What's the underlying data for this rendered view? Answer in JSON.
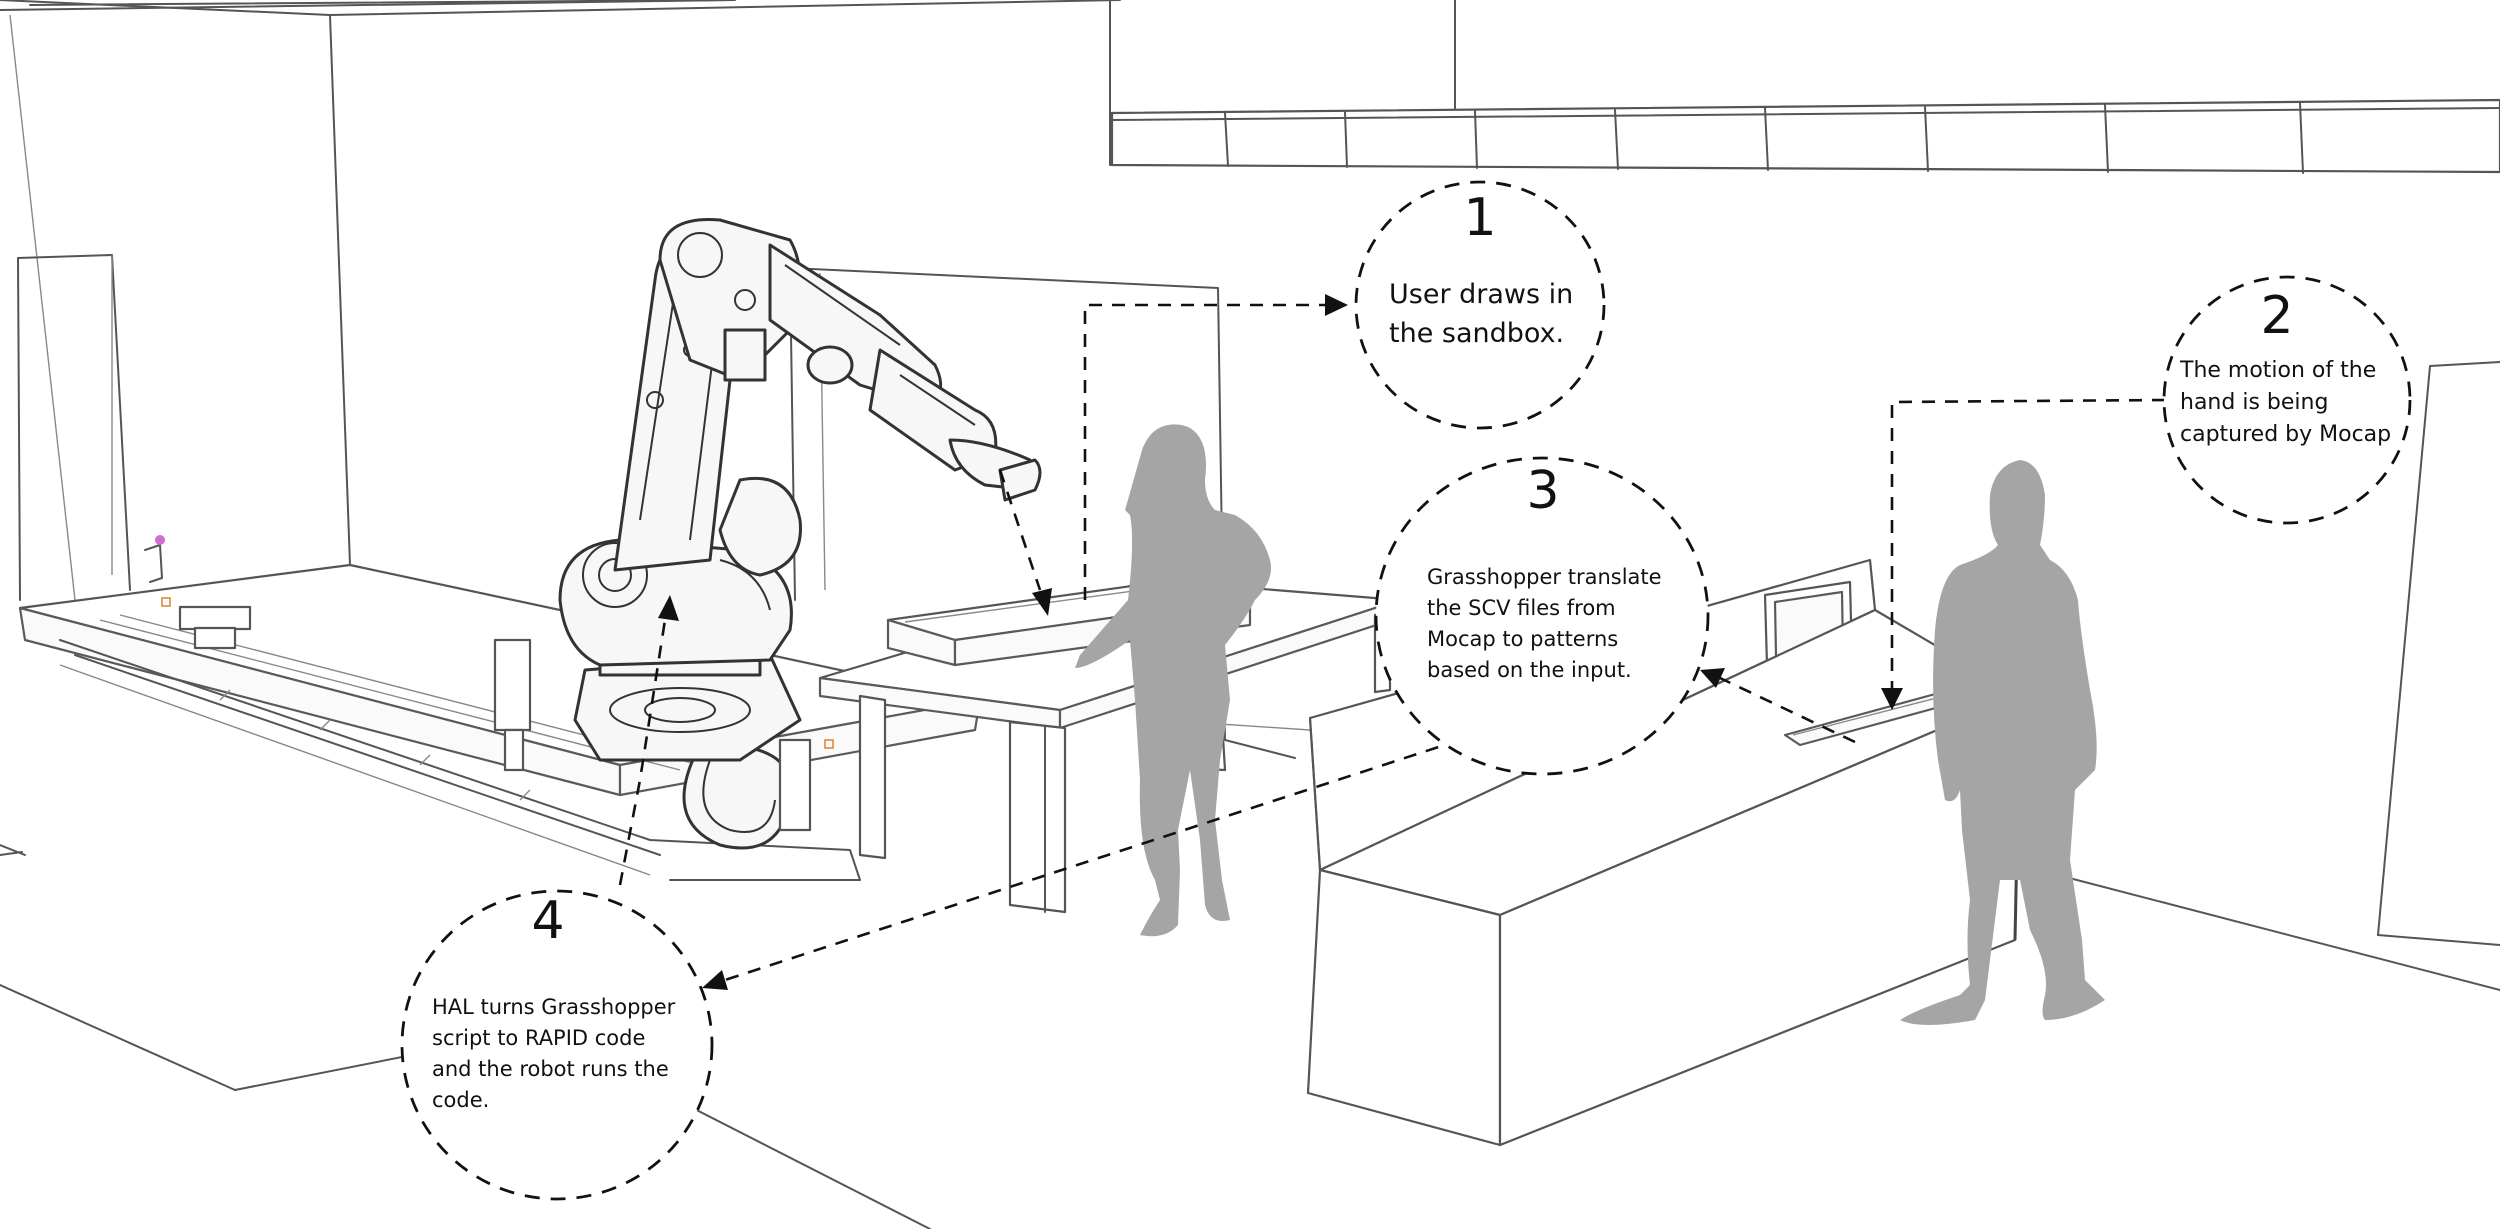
{
  "steps": [
    {
      "number": "1",
      "text": "User draws in\nthe sandbox."
    },
    {
      "number": "2",
      "text": "The motion of the\nhand is being\ncaptured by Mocap"
    },
    {
      "number": "3",
      "text": "Grasshopper translate\nthe SCV files from\nMocap to patterns\nbased on the input."
    },
    {
      "number": "4",
      "text": "HAL turns Grasshopper\nscript to RAPID code\nand the robot runs the\ncode."
    }
  ],
  "colors": {
    "background": "#ffffff",
    "linework": "#555555",
    "silhouette": "#a5a5a5",
    "dashed_flow": "#111111"
  },
  "icons": {
    "person": "human-silhouette-icon",
    "robot": "industrial-robot-arm-icon",
    "flow": "dashed-arrow-icon"
  }
}
